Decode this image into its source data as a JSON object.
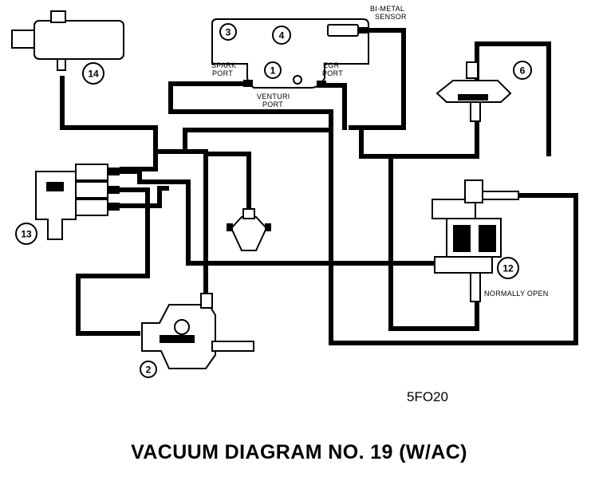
{
  "labels": {
    "bimetal_sensor": [
      "BI-METAL",
      "SENSOR"
    ],
    "spark_port": [
      "SPARK",
      "PORT"
    ],
    "egr_port": [
      "EGR",
      "PORT"
    ],
    "venturi_port": [
      "VENTURI",
      "PORT"
    ],
    "normally_open": "NORMALLY OPEN"
  },
  "callouts": {
    "c1": "1",
    "c2": "2",
    "c3": "3",
    "c4": "4",
    "c6": "6",
    "c12": "12",
    "c13": "13",
    "c14": "14"
  },
  "figure_code": "5FO20",
  "title": "VACUUM DIAGRAM NO. 19 (W/AC)"
}
